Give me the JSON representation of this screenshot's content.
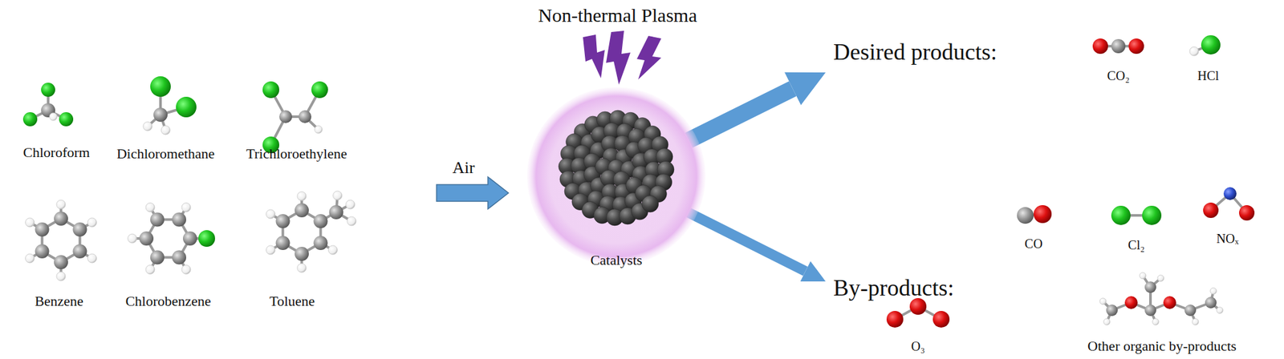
{
  "diagram": {
    "title": "Non-thermal Plasma",
    "nodes": [
      {
        "text": [
          "Catalysts"
        ]
      },
      {
        "text": [
          "Desired products:"
        ]
      },
      {
        "text": [
          "By-products:"
        ]
      }
    ],
    "edges": [
      {
        "from": 0,
        "to": 1,
        "arrow": "to"
      },
      {
        "from": 0,
        "to": 2,
        "arrow": "to"
      }
    ],
    "labels": [
      "Chloroform",
      "Dichloromethane",
      "Trichloroethylene",
      "Benzene",
      "Chlorobenzene",
      "Toluene",
      "Air",
      "CO₂",
      "HCl",
      "CO",
      "Cl₂",
      "NOₓ",
      "O₃",
      "Other organic by-products"
    ]
  }
}
